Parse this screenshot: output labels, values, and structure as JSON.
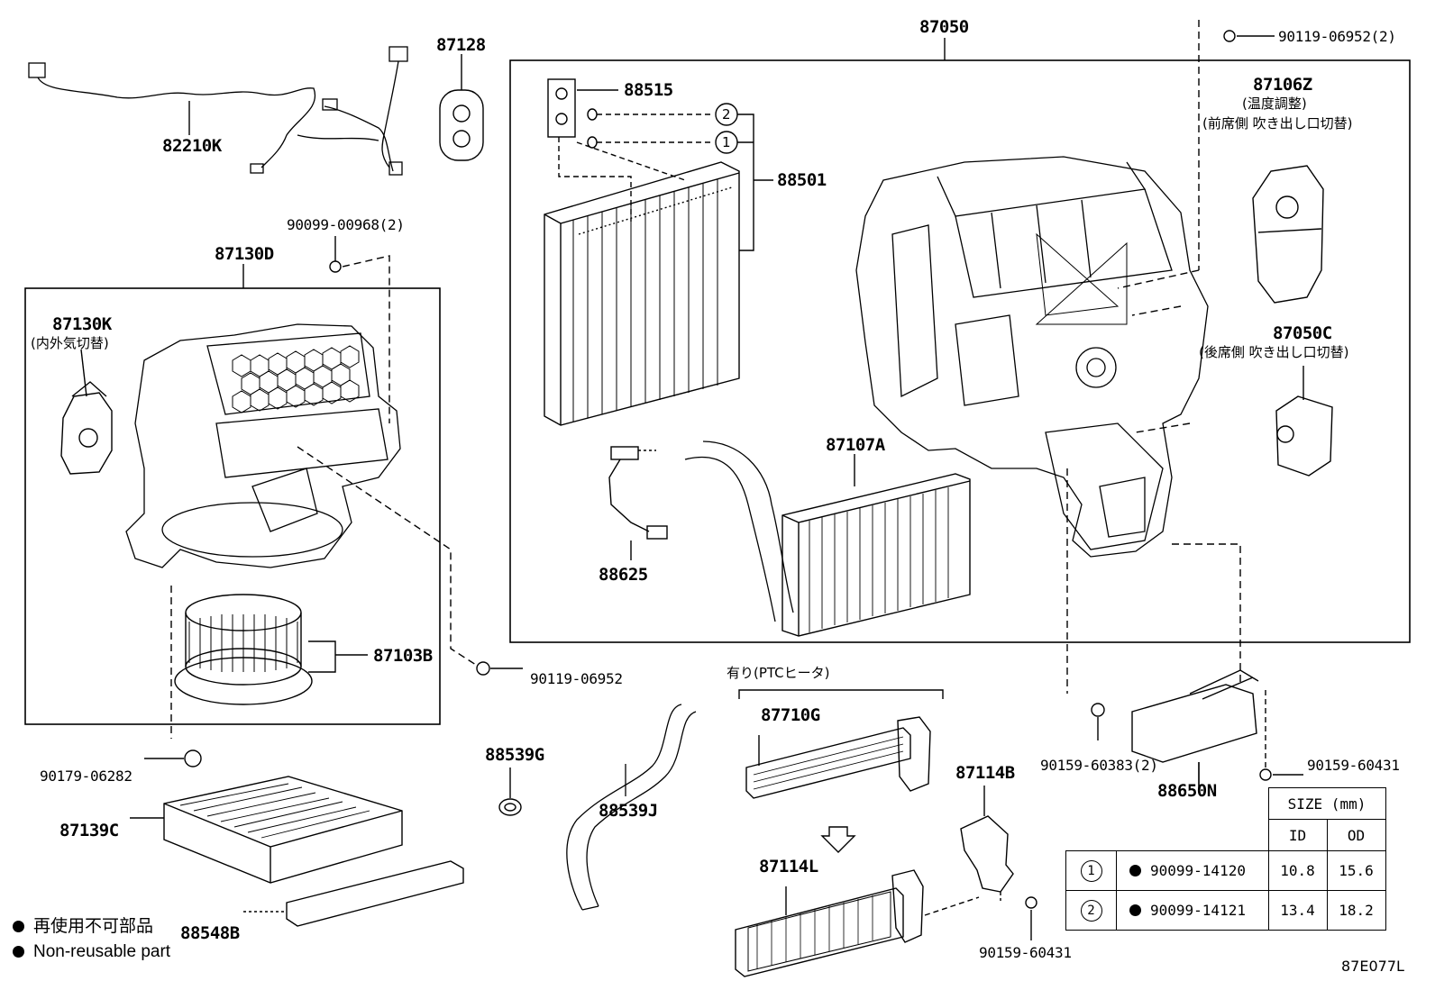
{
  "parts": {
    "p87050": "87050",
    "p87128": "87128",
    "p82210K": "82210K",
    "p90099_00968": "90099-00968(2)",
    "p87130D": "87130D",
    "p87130K": "87130K",
    "p87130K_note": "(内外気切替)",
    "p88515": "88515",
    "p88501": "88501",
    "circle2": "2",
    "circle1": "1",
    "p90119_06952_2": "90119-06952(2)",
    "p87106Z": "87106Z",
    "p87106Z_note1": "(温度調整)",
    "p87106Z_note2": "(前席側 吹き出し口切替)",
    "p87050C": "87050C",
    "p87050C_note": "(後席側 吹き出し口切替)",
    "p87107A": "87107A",
    "p88625": "88625",
    "p87103B": "87103B",
    "p90119_06952": "90119-06952",
    "ptc_note": "有り(PTCヒータ)",
    "p87710G": "87710G",
    "p87114B": "87114B",
    "p87114L": "87114L",
    "p88539G": "88539G",
    "p88539J": "88539J",
    "p90179_06282": "90179-06282",
    "p87139C": "87139C",
    "p88548B": "88548B",
    "p90159_60431_a": "90159-60431",
    "p90159_60431_b": "90159-60431",
    "p90159_60383": "90159-60383(2)",
    "p88650N": "88650N",
    "diagram_code": "87E077L"
  },
  "legend": {
    "jp": "再使用不可部品",
    "en": "Non-reusable part"
  },
  "size_table": {
    "header": "SIZE (mm)",
    "col_id": "ID",
    "col_od": "OD",
    "rows": [
      {
        "ref": "1",
        "part": "90099-14120",
        "id": "10.8",
        "od": "15.6"
      },
      {
        "ref": "2",
        "part": "90099-14121",
        "id": "13.4",
        "od": "18.2"
      }
    ]
  }
}
